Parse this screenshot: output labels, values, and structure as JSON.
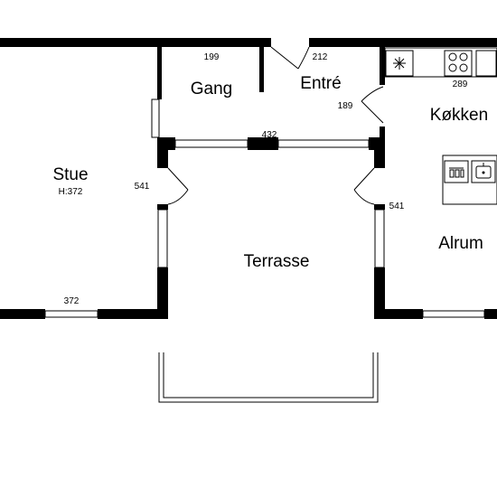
{
  "rooms": {
    "stue": "Stue",
    "stue_height": "H:372",
    "gang": "Gang",
    "entre": "Entré",
    "kokken": "Køkken",
    "terrasse": "Terrasse",
    "alrum": "Alrum"
  },
  "dimensions": {
    "gang_width": "199",
    "entre_width": "212",
    "kokken_width": "289",
    "inner_door": "189",
    "window_top": "432",
    "door_left": "541",
    "door_right": "541",
    "window_bottom": "372"
  },
  "icons": {
    "fridge": "snowflake-icon",
    "hob": "hob-icon",
    "dishwasher": "dishwasher-icon",
    "sink": "sink-icon"
  }
}
